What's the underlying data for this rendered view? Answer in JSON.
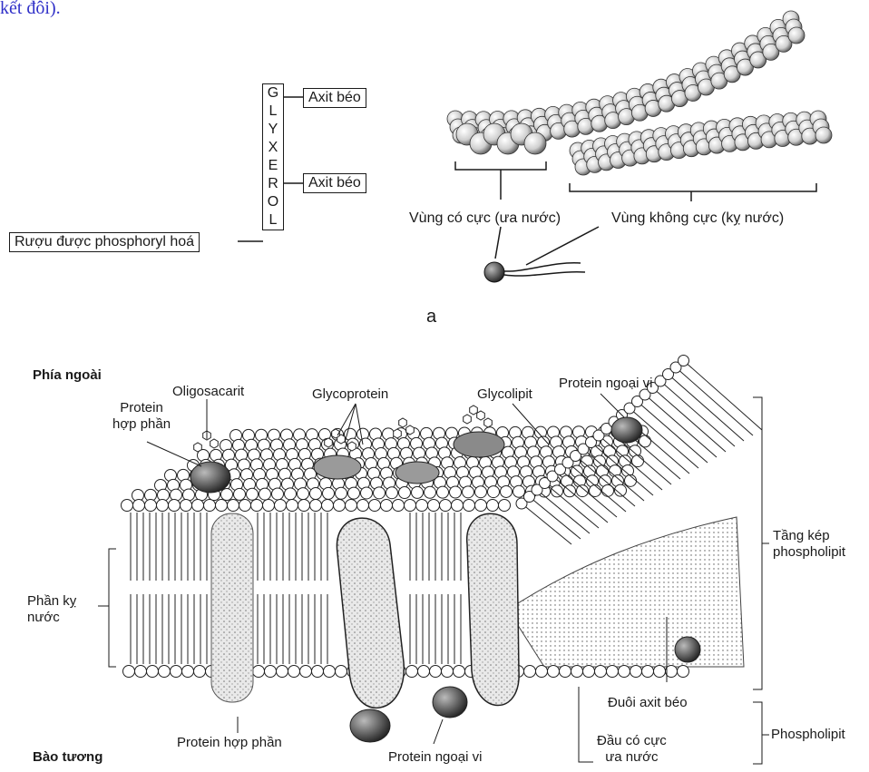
{
  "header_fragment": "kết đôi).",
  "panel_a": {
    "glycerol_letters": [
      "G",
      "L",
      "Y",
      "X",
      "E",
      "R",
      "O",
      "L"
    ],
    "fatty_acid_1": "Axit béo",
    "fatty_acid_2": "Axit béo",
    "phosphoryl_alcohol": "Rượu được phosphoryl hoá",
    "polar_region": "Vùng có cực (ưa nước)",
    "nonpolar_region": "Vùng không cực (kỵ nước)",
    "panel_label": "a"
  },
  "panel_b": {
    "outside": "Phía ngoài",
    "cytoplasm": "Bào tương",
    "oligosaccharide": "Oligosacarit",
    "integral_protein_top": "Protein\nhợp phần",
    "glycoprotein": "Glycoprotein",
    "glycolipid": "Glycolipit",
    "peripheral_protein_top": "Protein ngoại vi",
    "bilayer": "Tầng kép\nphospholipit",
    "hydrophobic_part": "Phần kỵ\nnước",
    "fatty_tail": "Đuôi axit béo",
    "phospholipid": "Phospholipit",
    "polar_head": "Đầu có cực\nưa nước",
    "integral_protein_bottom": "Protein hợp phần",
    "peripheral_protein_bottom": "Protein ngoại vi"
  }
}
